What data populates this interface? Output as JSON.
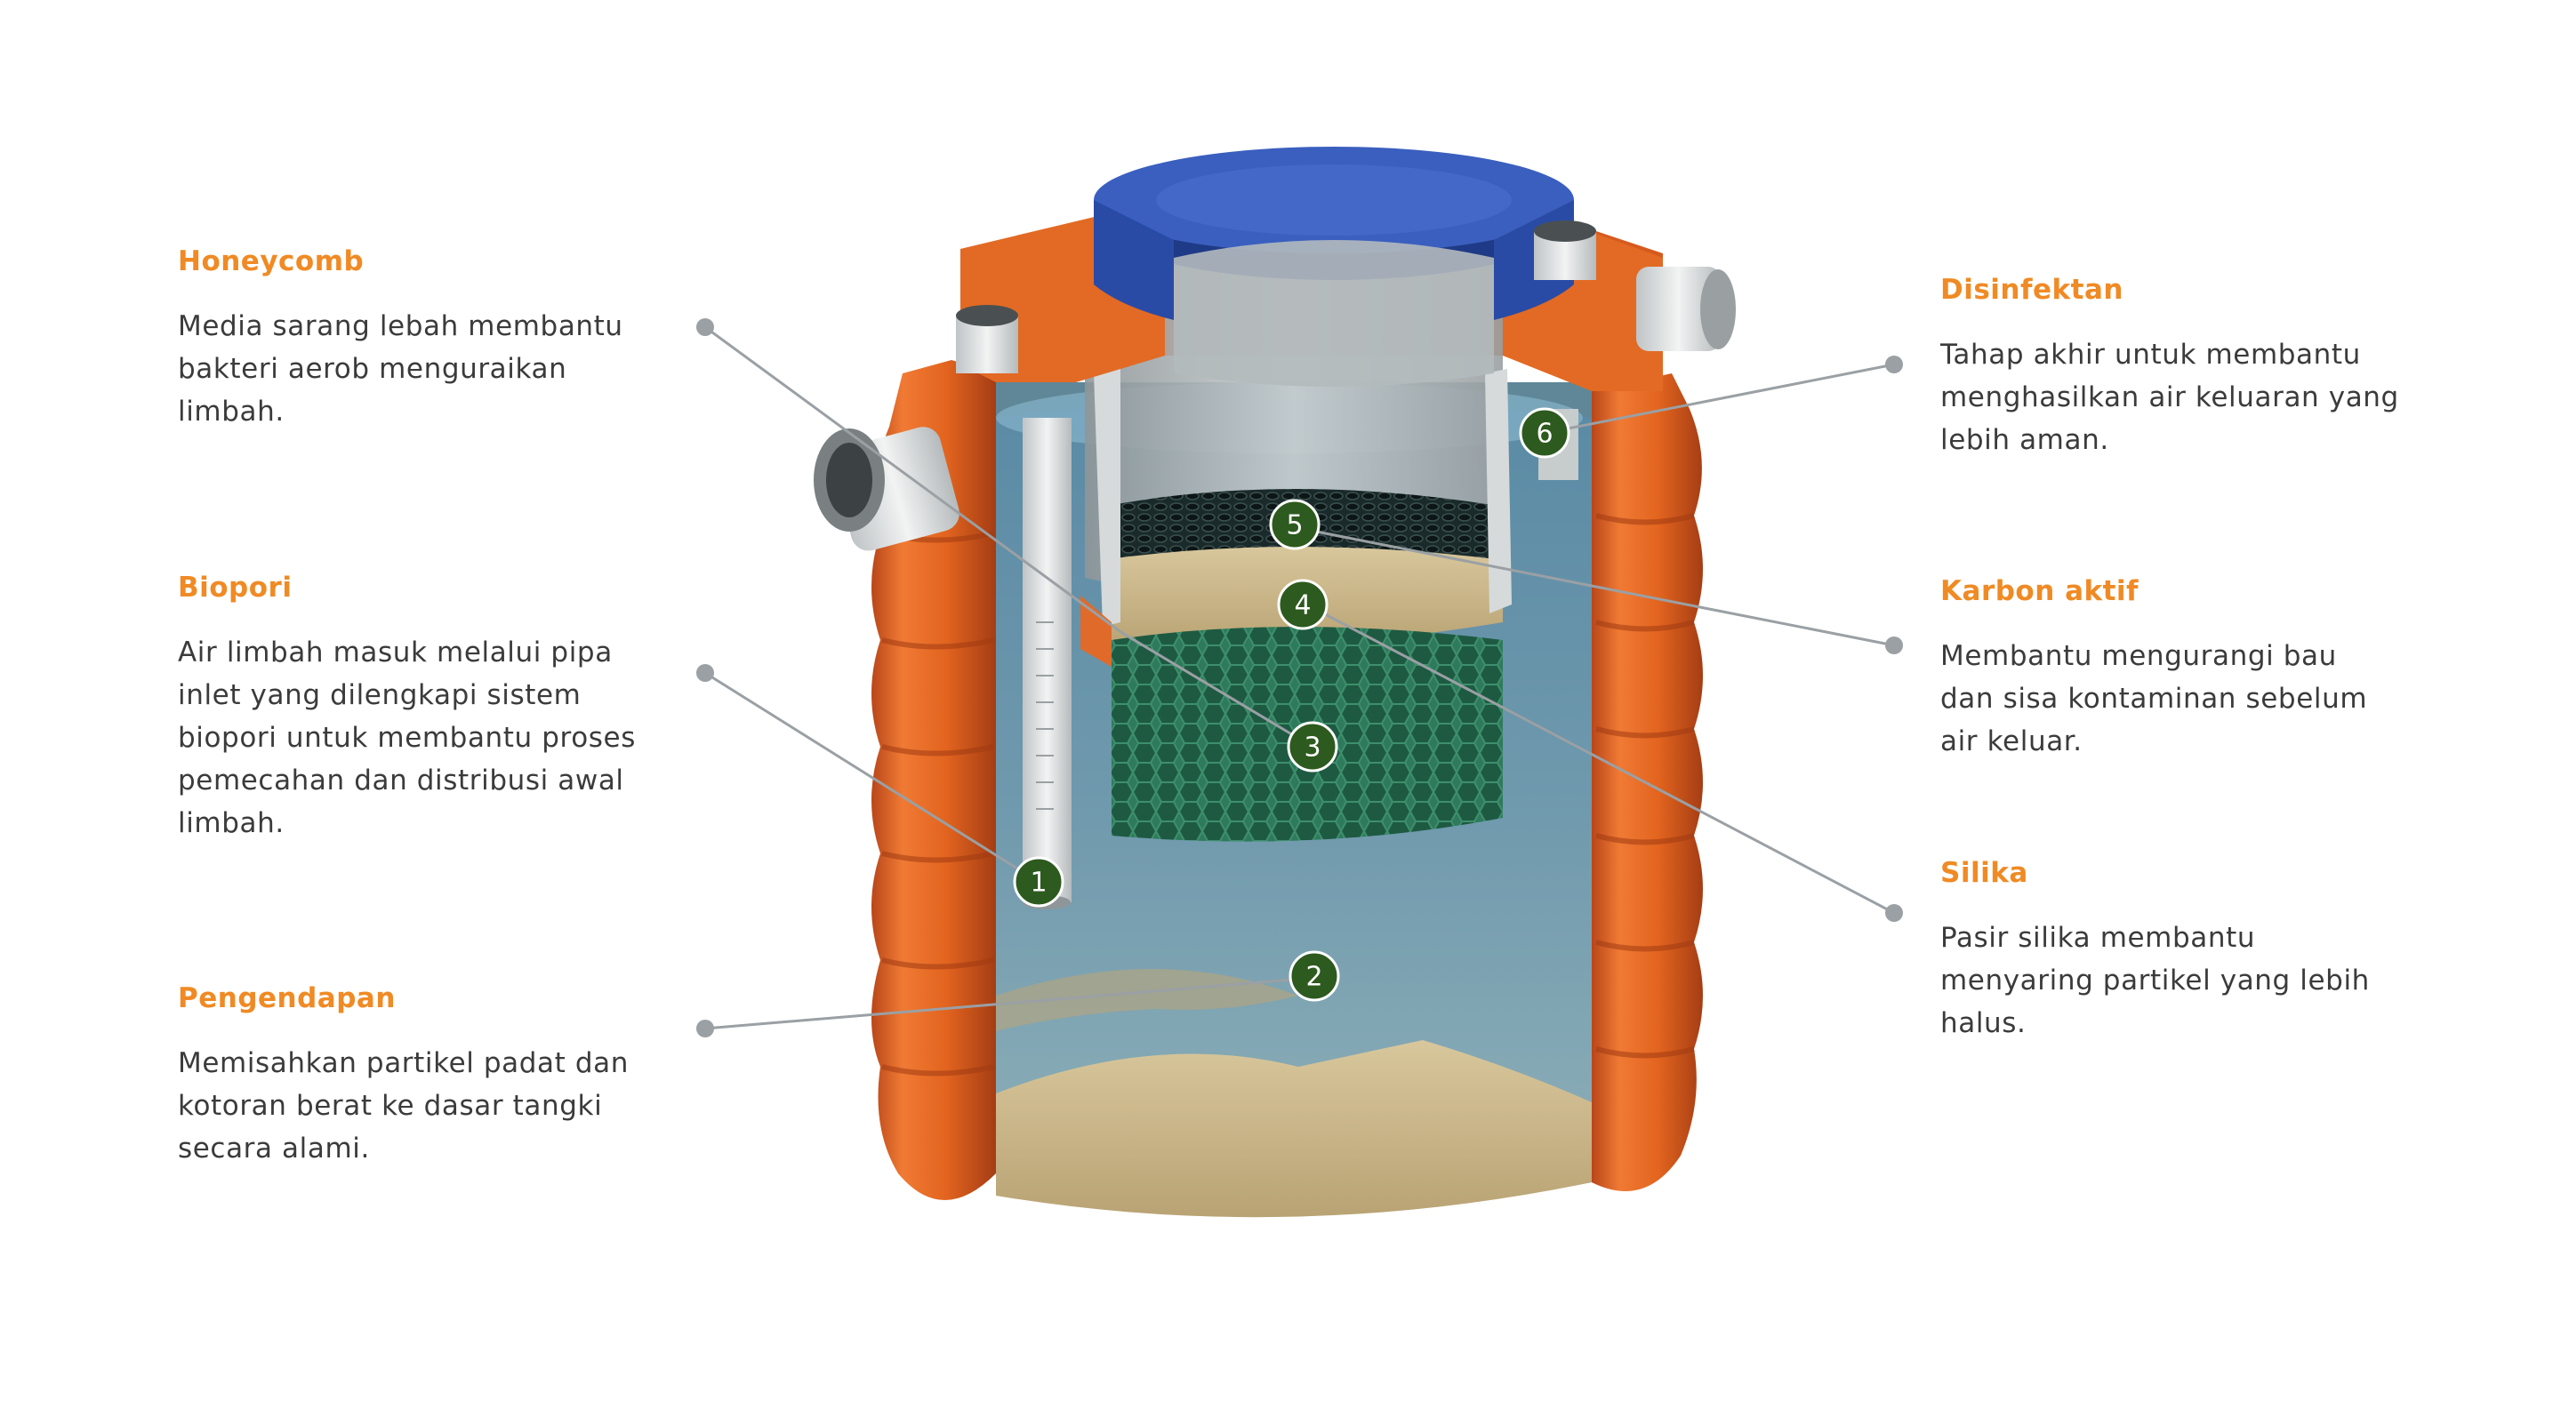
{
  "colors": {
    "accent": "#f08a24",
    "text": "#3b3b3b",
    "tank_orange": "#e2641f",
    "lid_blue": "#2e4fa8",
    "badge_green": "#2d5a1e",
    "connector_gray": "#9aa0a4"
  },
  "labels": [
    {
      "id": "honeycomb",
      "title": "Honeycomb",
      "lines": [
        "Media sarang lebah membantu",
        "bakteri aerob menguraikan",
        "limbah."
      ]
    },
    {
      "id": "biopori",
      "title": "Biopori",
      "lines": [
        "Air limbah masuk melalui pipa",
        "inlet yang dilengkapi sistem",
        "biopori untuk membantu proses",
        "pemecahan dan distribusi awal",
        "limbah."
      ]
    },
    {
      "id": "pengendapan",
      "title": "Pengendapan",
      "lines": [
        "Memisahkan partikel padat dan",
        "kotoran berat ke dasar tangki",
        "secara alami."
      ]
    },
    {
      "id": "disinfektan",
      "title": "Disinfektan",
      "lines": [
        "Tahap akhir untuk membantu",
        "menghasilkan air keluaran yang",
        "lebih aman."
      ]
    },
    {
      "id": "karbon",
      "title": "Karbon aktif",
      "lines": [
        "Membantu mengurangi bau",
        "dan sisa kontaminan sebelum",
        "air keluar."
      ]
    },
    {
      "id": "silika",
      "title": "Silika",
      "lines": [
        "Pasir silika membantu",
        "menyaring partikel yang lebih",
        "halus."
      ]
    }
  ],
  "badges": [
    {
      "number": "1"
    },
    {
      "number": "2"
    },
    {
      "number": "3"
    },
    {
      "number": "4"
    },
    {
      "number": "5"
    },
    {
      "number": "6"
    }
  ]
}
